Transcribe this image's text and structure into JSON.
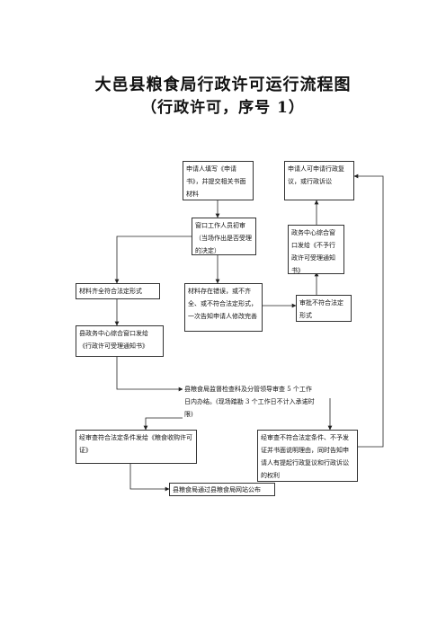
{
  "title": "大邑县粮食局行政许可运行流程图",
  "subtitle": "（行政许可，序号 1）",
  "nodes": {
    "apply": "申请人填写《申请书》，并提交相关书面材料",
    "review_right": "申请人可申请行政复议，或行政诉讼",
    "window_review": "窗口工作人员初审（当场作出是否受理的决定）",
    "not_accept_notice": "政务中心综合窗口发给《不予行政许可受理通知书》",
    "complete": "材料齐全符合法定形式",
    "error": "材料存在错误，或不齐全、或不符合法定形式，一次告知申请人修改完善",
    "not_comply": "审批不符合法定形式",
    "accept_notice": "县政务中心综合窗口发给《行政许可受理通知书》",
    "dept_review": "县粮食局监督检查科及分管领导审查 5 个工作日内办结。(现场踏勘 3 个工作日不计入承诺时限)",
    "approve": "经审查符合法定条件发给《粮食收购许可证》",
    "reject": "经审查不符合法定条件、不予发证并书面说明理由，同时告知申请人有提起行政复议和行政诉讼的权利",
    "publish": "县粮食局通过县粮食局网站公布"
  }
}
